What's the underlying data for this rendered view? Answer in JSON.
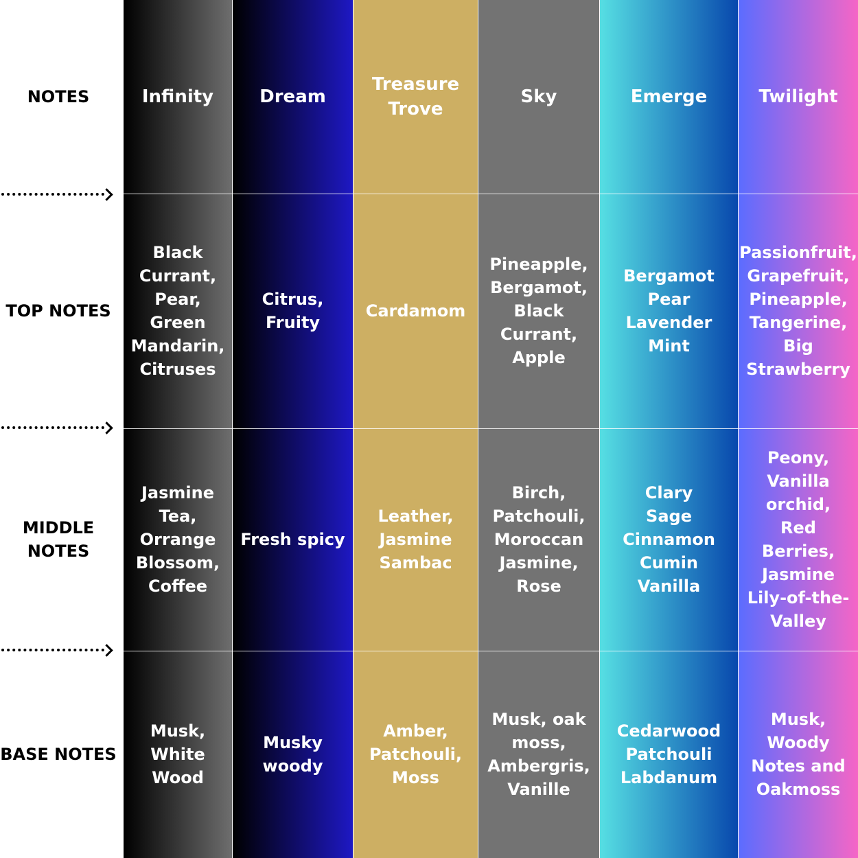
{
  "row_labels": {
    "notes": "NOTES",
    "top": "TOP NOTES",
    "middle": "MIDDLE NOTES",
    "base": "BASE NOTES"
  },
  "colors": {
    "infinity": [
      "#000000",
      "#6e6e6e"
    ],
    "dream": [
      "#000000",
      "#1e18c4"
    ],
    "treasure": [
      "#cdaf63",
      "#cdaf63"
    ],
    "sky": [
      "#737373",
      "#737373"
    ],
    "emerge": [
      "#56dfe3",
      "#0848ad"
    ],
    "twilight": [
      "#5b6cff",
      "#f566c6"
    ]
  },
  "fragrances": [
    {
      "name": "Infinity",
      "top": "Black Currant, Pear, Green Mandarin, Citruses",
      "middle": "Jasmine Tea, Orrange Blossom, Coffee",
      "base": "Musk, White Wood"
    },
    {
      "name": "Dream",
      "top": "Citrus, Fruity",
      "middle": "Fresh spicy",
      "base": "Musky woody"
    },
    {
      "name": "Treasure Trove",
      "top": "Cardamom",
      "middle": "Leather, Jasmine Sambac",
      "base": "Amber, Patchouli, Moss"
    },
    {
      "name": "Sky",
      "top": "Pineapple, Bergamot, Black Currant, Apple",
      "middle": "Birch, Patchouli, Moroccan Jasmine, Rose",
      "base": "Musk, oak moss, Ambergris, Vanille"
    },
    {
      "name": "Emerge",
      "top": "Bergamot Pear Lavender Mint",
      "middle": "Clary Sage Cinnamon Cumin Vanilla",
      "base": "Cedarwood Patchouli Labdanum"
    },
    {
      "name": "Twilight",
      "top": "Passionfruit, Grapefruit, Pineapple, Tangerine, Big Strawberry",
      "middle": "Peony, Vanilla orchid, Red Berries, Jasmine Lily-of-the-Valley",
      "base": "Musk, Woody Notes and Oakmoss"
    }
  ]
}
